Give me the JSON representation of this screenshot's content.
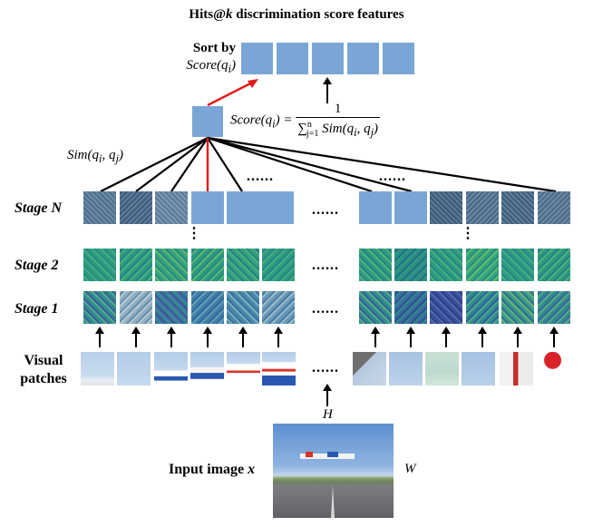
{
  "title": {
    "prefix": "Hits@",
    "k": "k",
    "suffix": " discrimination score features"
  },
  "sort_by": {
    "line1": "Sort by",
    "line2": "Score(q",
    "line2_sub": "i",
    "line2_end": ")"
  },
  "formula": {
    "lhs": "Score(q",
    "lhs_sub": "i",
    "lhs_end": ") =",
    "numerator": "1",
    "sum": "∑",
    "sum_upper": "n",
    "sum_lower": "j=1",
    "denominator": " Sim(q",
    "den_sub_i": "i",
    "den_mid": ", q",
    "den_sub_j": "j",
    "den_end": ")"
  },
  "sim_label": {
    "text": "Sim(q",
    "sub_i": "i",
    "mid": ", q",
    "sub_j": "j",
    "end": ")"
  },
  "stages": {
    "stage_n": "Stage N",
    "stage_2": "Stage 2",
    "stage_1": "Stage 1"
  },
  "visual_patches_label": {
    "line1": "Visual",
    "line2": "patches"
  },
  "ellipsis": "......",
  "vdots": "⋮",
  "input": {
    "label": "Input image ",
    "var": "x",
    "h_label": "H",
    "w_label": "W"
  },
  "colors": {
    "blue_tile": "#7aa6d6",
    "dark_noise_tile": "#4f6e8c",
    "green_tile": "#2e9a7e",
    "red_line": "#e01a1a",
    "sky": "#a9c6e6"
  }
}
